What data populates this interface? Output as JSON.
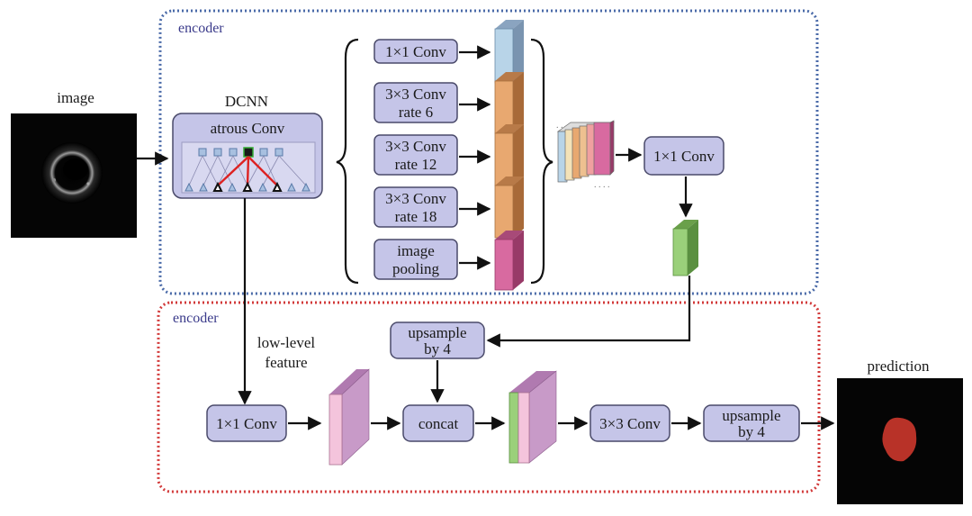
{
  "inputs": {
    "image_label": "image",
    "prediction_label": "prediction"
  },
  "encoder_top": {
    "label": "encoder"
  },
  "encoder_bottom": {
    "label": "encoder"
  },
  "dcnn": {
    "title": "DCNN",
    "box_label": "atrous Conv"
  },
  "aspp": {
    "branches": [
      {
        "line1": "1×1 Conv",
        "line2": ""
      },
      {
        "line1": "3×3 Conv",
        "line2": "rate 6"
      },
      {
        "line1": "3×3 Conv",
        "line2": "rate 12"
      },
      {
        "line1": "3×3 Conv",
        "line2": "rate 18"
      },
      {
        "line1": "image",
        "line2": "pooling"
      }
    ],
    "concat_conv": "1×1 Conv"
  },
  "decoder": {
    "low_level_line1": "low-level",
    "low_level_line2": "feature",
    "low_conv": "1×1 Conv",
    "upsample_top_line1": "upsample",
    "upsample_top_line2": "by 4",
    "concat": "concat",
    "conv3": "3×3 Conv",
    "upsample_final_line1": "upsample",
    "upsample_final_line2": "by 4"
  },
  "colors": {
    "encoder_border": "#4a6aa8",
    "decoder_border": "#d23a3a",
    "box_fill": "#c5c5e8",
    "feat_blue": "#b8d4e8",
    "feat_orange": "#e8a870",
    "feat_pink": "#d86aa0",
    "feat_green": "#9ad07a",
    "feat_lightpink": "#f4c4dc",
    "feat_mauve": "#c89ac8",
    "prediction_blob": "#b83228"
  }
}
